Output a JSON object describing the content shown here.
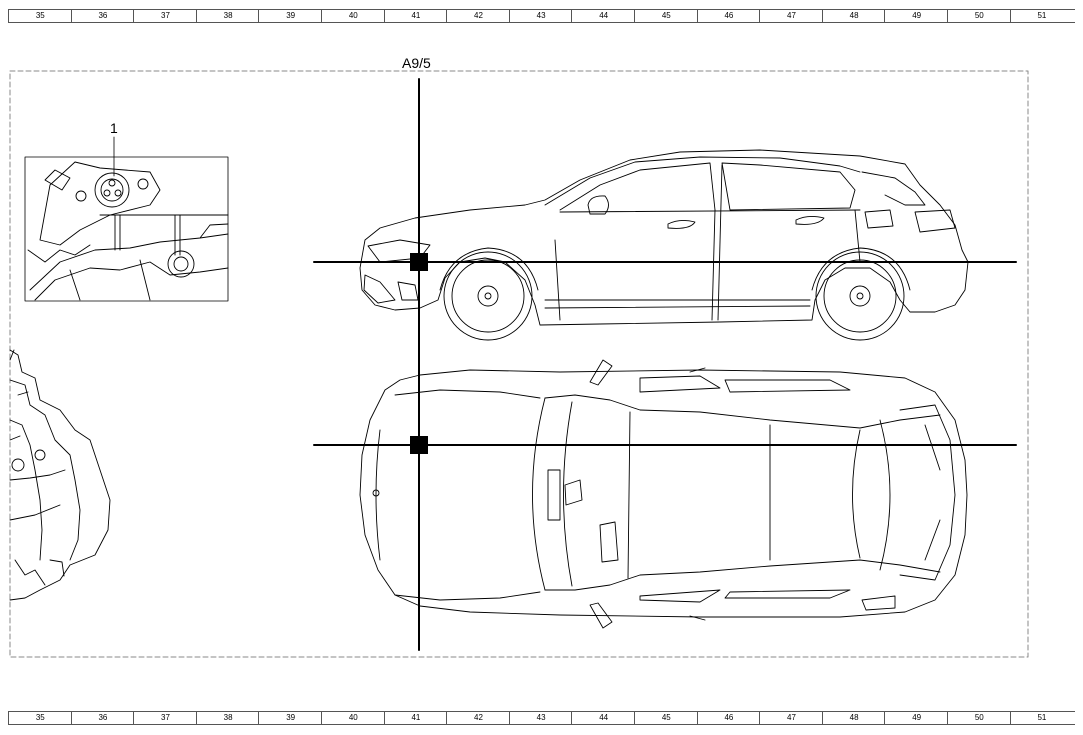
{
  "grid_numbers": [
    "35",
    "36",
    "37",
    "38",
    "39",
    "40",
    "41",
    "42",
    "43",
    "44",
    "45",
    "46",
    "47",
    "48",
    "49",
    "50",
    "51"
  ],
  "component_label": "A9/5",
  "detail_callout": "1",
  "connector_marker": "A9/5 location marker",
  "colors": {
    "line": "#000000",
    "frame": "#888888",
    "marker": "#000000"
  }
}
